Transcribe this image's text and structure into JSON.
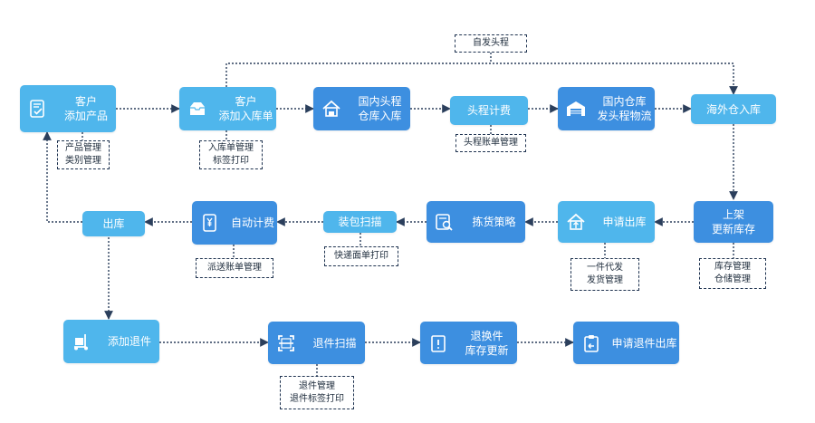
{
  "diagram": {
    "colors": {
      "light_box": "#4fb6ec",
      "dark_box": "#3d8fe0",
      "connector": "#2b3f5c",
      "note_border": "#1f3350"
    },
    "nodes": {
      "customer_add_product": {
        "lines": [
          "客户",
          "添加产品"
        ],
        "icon": "document-check-icon"
      },
      "customer_add_inbound": {
        "lines": [
          "客户",
          "添加入库单"
        ],
        "icon": "inbox-tray-icon"
      },
      "domestic_first_leg_inbound": {
        "lines": [
          "国内头程",
          "仓库入库"
        ],
        "icon": "truck-home-icon"
      },
      "first_leg_billing": {
        "lines": [
          "头程计费"
        ]
      },
      "domestic_warehouse_ship": {
        "lines": [
          "国内仓库",
          "发头程物流"
        ],
        "icon": "warehouse-icon"
      },
      "overseas_inbound": {
        "lines": [
          "海外仓入库"
        ]
      },
      "shelve_update_stock": {
        "lines": [
          "上架",
          "更新库存"
        ]
      },
      "request_outbound": {
        "lines": [
          "申请出库"
        ],
        "icon": "house-upload-icon"
      },
      "picking_strategy": {
        "lines": [
          "拣货策略"
        ],
        "icon": "search-list-icon"
      },
      "pack_scan": {
        "lines": [
          "装包扫描"
        ]
      },
      "auto_billing": {
        "lines": [
          "自动计费"
        ],
        "icon": "yen-mobile-icon"
      },
      "outbound": {
        "lines": [
          "出库"
        ]
      },
      "add_return": {
        "lines": [
          "添加退件"
        ],
        "icon": "hand-truck-icon"
      },
      "return_scan": {
        "lines": [
          "退件扫描"
        ],
        "icon": "scan-frame-icon"
      },
      "exchange_stock_update": {
        "lines": [
          "退换件",
          "库存更新"
        ],
        "icon": "clipboard-alert-icon"
      },
      "request_return_outbound": {
        "lines": [
          "申请退件出库"
        ],
        "icon": "return-clipboard-icon"
      }
    },
    "notes": {
      "product_mgmt": [
        "产品管理",
        "类别管理"
      ],
      "inbound_mgmt": [
        "入库单管理",
        "标签打印"
      ],
      "first_leg_bill_mgmt": [
        "头程账单管理"
      ],
      "self_ship_first_leg": [
        "自发头程"
      ],
      "stock_mgmt": [
        "库存管理",
        "仓储管理"
      ],
      "dropship_mgmt": [
        "一件代发",
        "发货管理"
      ],
      "express_print": [
        "快递面单打印"
      ],
      "delivery_bill_mgmt": [
        "派送账单管理"
      ],
      "return_mgmt": [
        "退件管理",
        "退件标签打印"
      ]
    }
  }
}
